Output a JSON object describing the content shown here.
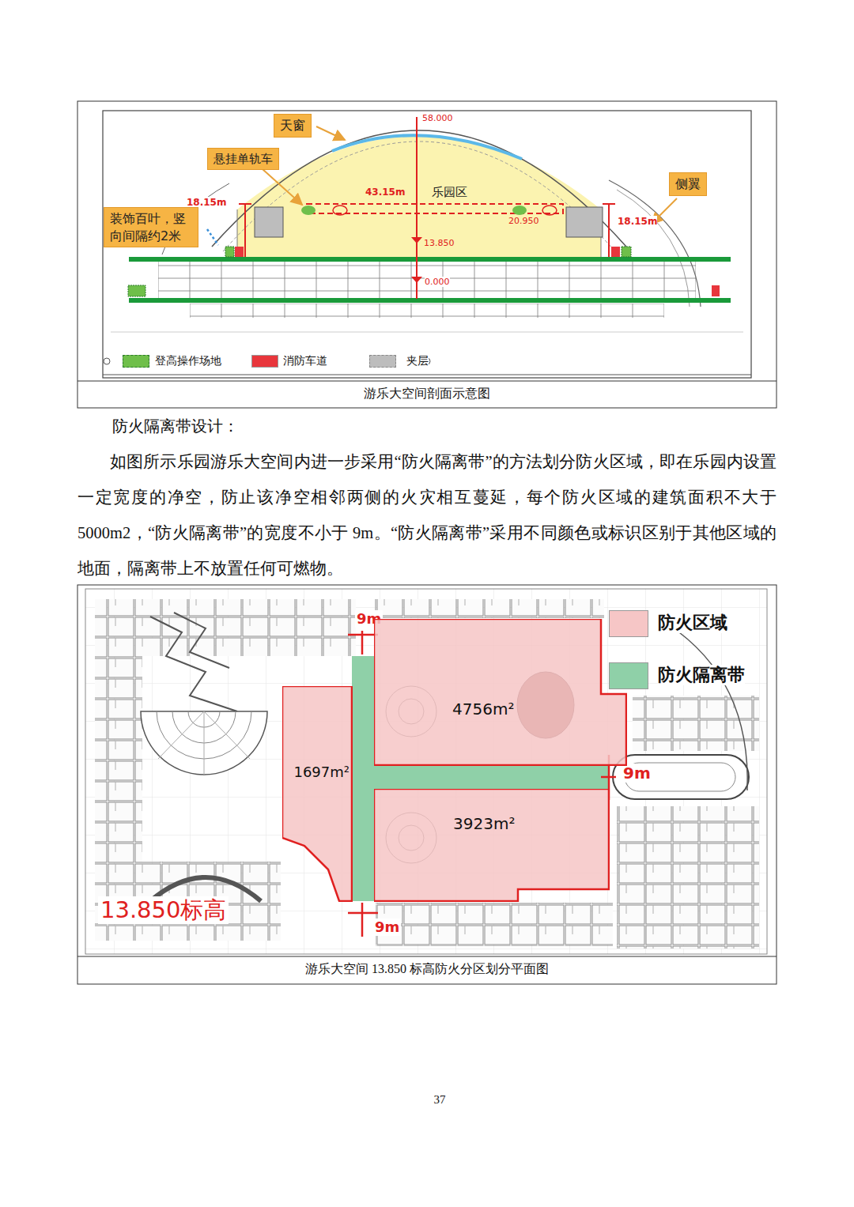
{
  "diagram": {
    "title": "防火隔离带设计：",
    "caption": "游乐大空间剖面示意图",
    "nodes": [
      {
        "text": [
          "天窗"
        ]
      },
      {
        "text": [
          "悬挂单轨车"
        ]
      },
      {
        "text": [
          "装饰百叶，竖向间隔约2米"
        ]
      },
      {
        "text": [
          "侧翼"
        ]
      },
      {
        "text": [
          "4756m²"
        ]
      },
      {
        "text": [
          "1697m²"
        ]
      },
      {
        "text": [
          "3923m²"
        ]
      }
    ],
    "labels": [
      "58.000",
      "18.15m",
      "43.15m",
      "乐园区",
      "20.950",
      "18.15m",
      "13.850",
      "0.000",
      "如图所示乐园游乐大空间内进一步采用“防火隔离带”的方法划分防火区域，即在乐园内设置一定宽度的净空，防止该净空相邻两侧的火灾相互蔓延，每个防火区域的建筑面积不大于 5000m2，“防火隔离带”的宽度不小于 9m。“防火隔离带”采用不同颜色或标识区别于其他区域的地面，隔离带上不放置任何可燃物。",
      "游乐大空间 13.850 标高防火分区划分平面图",
      "9m",
      "9m",
      "9m",
      "13.850标高",
      "37"
    ],
    "legend": [
      {
        "text": "登高操作场地",
        "color": "#6fbf4a"
      },
      {
        "text": "消防车道",
        "color": "#e8363c"
      },
      {
        "text": "夹层",
        "color": "#bdbdbd"
      },
      {
        "text": "防火区域",
        "color": "#f6c6c6"
      },
      {
        "text": "防火隔离带",
        "color": "#8fd0a8"
      }
    ]
  }
}
